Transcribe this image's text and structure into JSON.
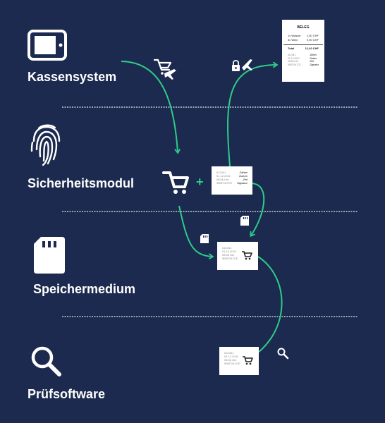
{
  "layers": [
    {
      "label": "Kassensystem",
      "icon": "tablet-icon"
    },
    {
      "label": "Sicherheitsmodul",
      "icon": "fingerprint-icon"
    },
    {
      "label": "Speichermedium",
      "icon": "sd-card-icon"
    },
    {
      "label": "Prüfsoftware",
      "icon": "magnifier-icon"
    }
  ],
  "plus_sign": "+",
  "receipt": {
    "title": "BELEG",
    "items": [
      {
        "name": "1x Wasser",
        "price": "2,50 CHF"
      },
      {
        "name": "3x Wein",
        "price": "9,90 CHF"
      }
    ],
    "total_label": "Total",
    "total_value": "12,40 CHF",
    "footer": [
      {
        "value": "#12341",
        "key": "Zähler"
      },
      {
        "value": "01.12.2041",
        "key": "Datum"
      },
      {
        "value": "08:56 Uhr",
        "key": "Zeit"
      },
      {
        "value": "9B2F2A7CE",
        "key": "Signatur"
      }
    ]
  },
  "signed_ticket": {
    "lines": [
      {
        "value": "#12341",
        "key": "Zähler"
      },
      {
        "value": "01.12.2041",
        "key": "Datum"
      },
      {
        "value": "08:56 Uhr",
        "key": "Zeit"
      },
      {
        "value": "9B2F2A7CE",
        "key": "Signatur"
      }
    ]
  },
  "cart_ticket_lines": [
    "#12341",
    "01.12.2041",
    "08:56 Uhr",
    "9B2F2A7CE"
  ],
  "colors": {
    "background": "#1b2a4e",
    "arrow": "#2ecc8a",
    "separator": "#9aa3b5",
    "icon": "#ffffff"
  }
}
